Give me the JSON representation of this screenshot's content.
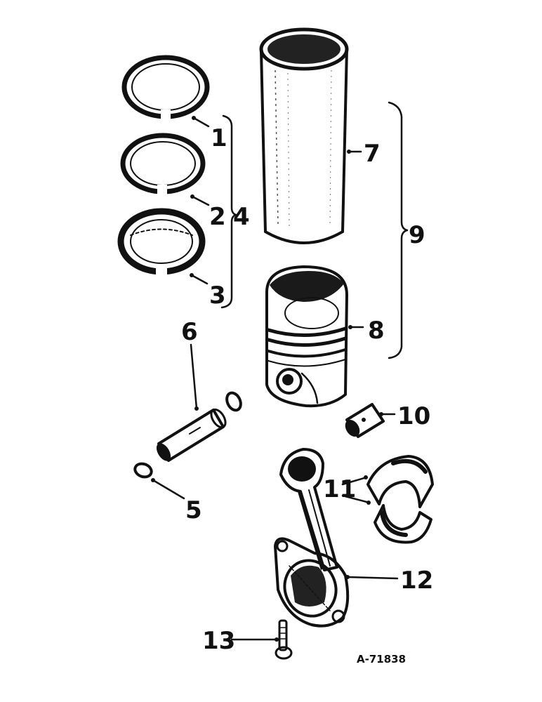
{
  "diagram": {
    "reference_code": "A-71838",
    "callouts": {
      "c1": "1",
      "c2": "2",
      "c3": "3",
      "c4": "4",
      "c5": "5",
      "c6": "6",
      "c7": "7",
      "c8": "8",
      "c9": "9",
      "c10": "10",
      "c11": "11",
      "c12": "12",
      "c13": "13"
    }
  }
}
